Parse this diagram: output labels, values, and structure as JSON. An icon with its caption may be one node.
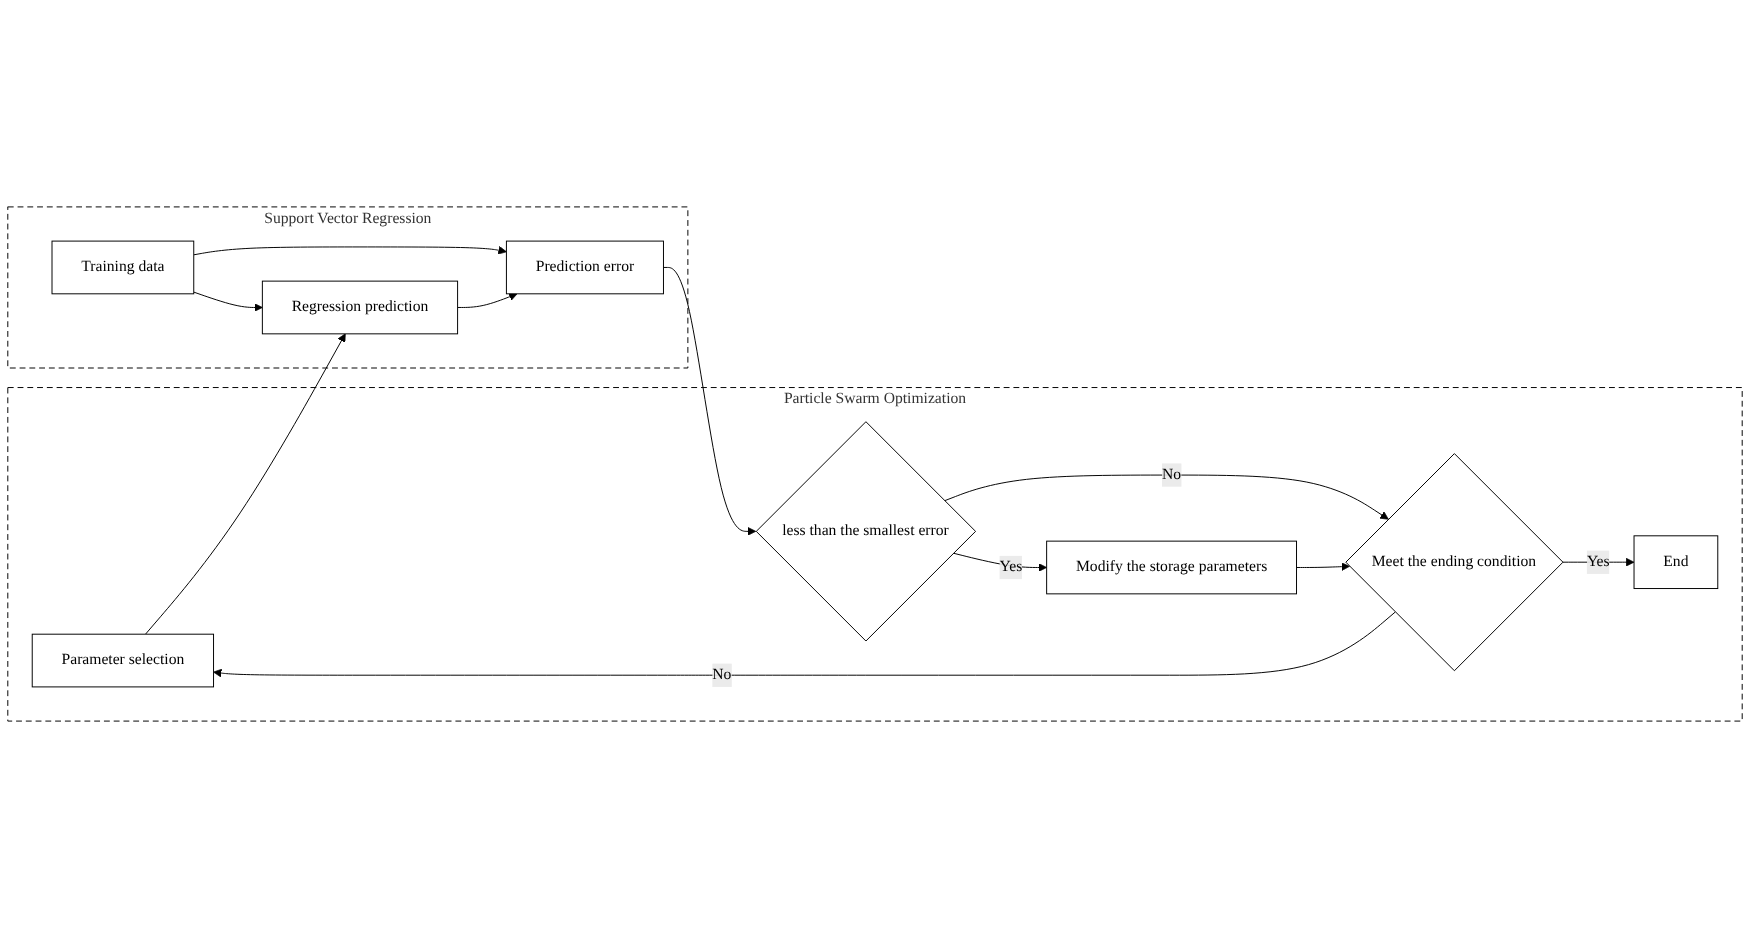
{
  "diagram": {
    "nodes": [
      {
        "text": [
          "Particle Swarm Optimization"
        ]
      },
      {
        "text": [
          "Parameter selection"
        ],
        "in": 0
      },
      {
        "text": [
          "Meet the ending condition"
        ],
        "in": 0
      },
      {
        "text": [
          "less than the smallest error"
        ],
        "in": 0
      },
      {
        "text": [
          "End"
        ],
        "in": 0
      },
      {
        "text": [
          "Modify the storage parameters"
        ],
        "in": 0
      },
      {
        "text": [
          "Support Vector Regression"
        ]
      },
      {
        "text": [
          "Training data"
        ],
        "in": 6
      },
      {
        "text": [
          "Regression prediction"
        ],
        "in": 6
      },
      {
        "text": [
          "Prediction error"
        ],
        "in": 6
      }
    ],
    "edges": [
      {
        "from": 1,
        "to": 8,
        "arrow": "to"
      },
      {
        "from": 7,
        "to": 8,
        "arrow": "to"
      },
      {
        "from": 7,
        "to": 9,
        "arrow": "to"
      },
      {
        "from": 8,
        "to": 9,
        "arrow": "to"
      },
      {
        "from": 9,
        "to": 3,
        "arrow": "to"
      },
      {
        "from": 3,
        "to": 2,
        "arrow": "to",
        "label": "No"
      },
      {
        "from": 2,
        "to": 1,
        "arrow": "to",
        "label": "No"
      },
      {
        "from": 2,
        "to": 4,
        "arrow": "to",
        "label": "Yes"
      },
      {
        "from": 3,
        "to": 5,
        "arrow": "to",
        "label": "Yes"
      },
      {
        "from": 5,
        "to": 2,
        "arrow": "to"
      }
    ]
  }
}
